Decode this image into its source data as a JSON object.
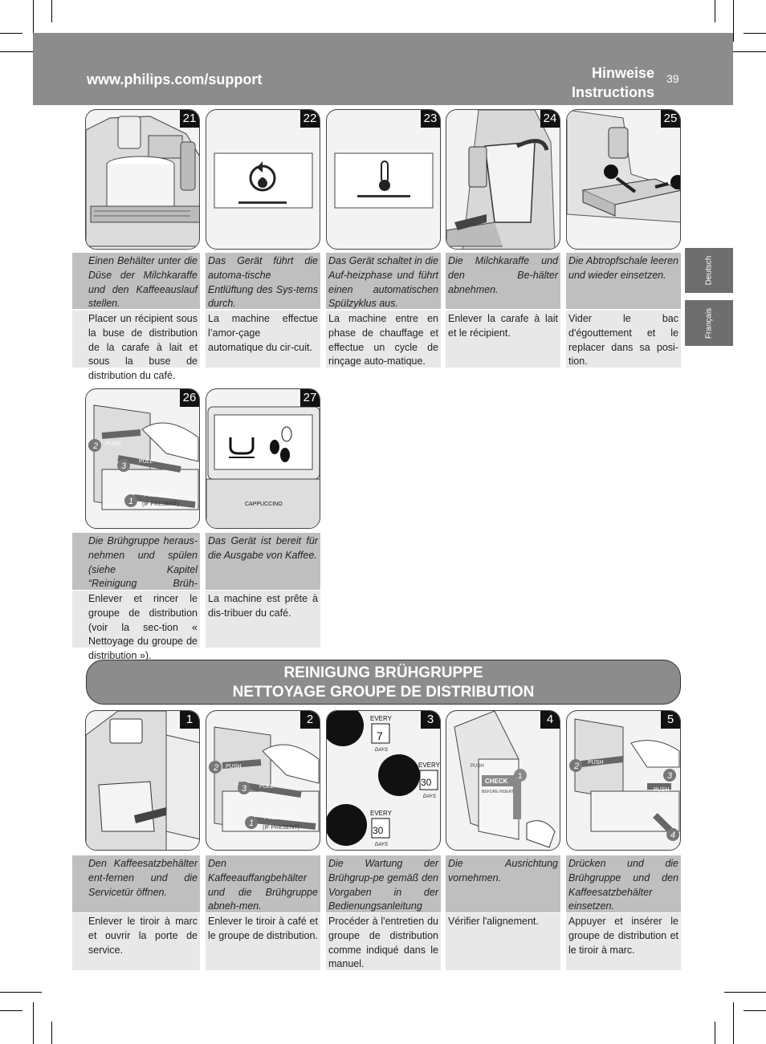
{
  "header": {
    "url": "www.philips.com/support",
    "title_line1": "Hinweise",
    "title_line2": "Instructions",
    "page_number": "39"
  },
  "side_tabs": {
    "deutsch": "Deutsch",
    "francais": "Français"
  },
  "labels": {
    "de": "DE",
    "fr": "FR"
  },
  "row1": {
    "steps": [
      {
        "num": "21",
        "de": "Einen Behälter unter die Düse der Milchkaraffe und den Kaffeeauslauf stellen.",
        "fr": "Placer un récipient sous la buse de distribution de la carafe à lait et sous la buse de distribution du café."
      },
      {
        "num": "22",
        "de": "Das Gerät führt die automa-tische Entlüftung des Sys-tems durch.",
        "fr": "La machine effectue l’amor-çage automatique du cir-cuit."
      },
      {
        "num": "23",
        "de": "Das Gerät schaltet in die Auf-heizphase und führt einen automatischen Spülzyklus aus.",
        "fr": "La machine entre en phase de chauffage et effectue un cycle de rinçage auto-matique."
      },
      {
        "num": "24",
        "de": "Die Milchkaraffe und den Be-hälter abnehmen.",
        "fr": "Enlever la carafe à lait et le récipient."
      },
      {
        "num": "25",
        "de": "Die Abtropfschale leeren und wieder einsetzen.",
        "fr": "Vider le bac d'égouttement et le replacer dans sa posi-tion."
      }
    ]
  },
  "row2": {
    "steps": [
      {
        "num": "26",
        "de": "Die Brühgruppe heraus-nehmen und spülen (siehe Kapitel “Reinigung Brüh-gruppe”).",
        "fr": "Enlever et rincer le groupe de distribution (voir la sec-tion « Nettoyage du groupe de distribution »)."
      },
      {
        "num": "27",
        "de": "Das Gerät ist bereit für die Ausgabe von Kaffee.",
        "fr": "La machine est prête à dis-tribuer du café."
      }
    ]
  },
  "illustration_text": {
    "push": "PUSH",
    "pull": "PULL",
    "pull_out": "PULL OUT",
    "if_present": "(IF PRESENT)",
    "cappuccino": "CAPPUCCINO",
    "every": "EVERY",
    "days": "DAYS",
    "d7": "7",
    "d30": "30",
    "check": "CHECK",
    "before_inserting": "BEFORE INSERTING",
    "n1": "1",
    "n2": "2",
    "n3": "3",
    "n4": "4"
  },
  "banner": {
    "line1": "REINIGUNG BRÜHGRUPPE",
    "line2": "NETTOYAGE GROUPE DE DISTRIBUTION"
  },
  "row3": {
    "steps": [
      {
        "num": "1",
        "de": "Den Kaffeesatzbehälter ent-fernen und die Servicetür öffnen.",
        "fr": "Enlever le tiroir à marc et ouvrir la porte de service."
      },
      {
        "num": "2",
        "de": "Den Kaffeeauffangbehälter und die Brühgruppe abneh-men.",
        "fr": "Enlever le tiroir à café et le groupe de distribution."
      },
      {
        "num": "3",
        "de": "Die Wartung der Brühgrup-pe gemäß den Vorgaben in der Bedienungsanleitung ausführen.",
        "fr": "Procéder à l'entretien du groupe de distribution comme indiqué dans le manuel."
      },
      {
        "num": "4",
        "de": "Die Ausrichtung vornehmen.",
        "fr": "Vérifier l'alignement."
      },
      {
        "num": "5",
        "de": "Drücken und die Brühgruppe und den Kaffeesatzbehälter einsetzen.",
        "fr": "Appuyer et insérer le groupe de distribution et le tiroir à marc."
      }
    ]
  }
}
